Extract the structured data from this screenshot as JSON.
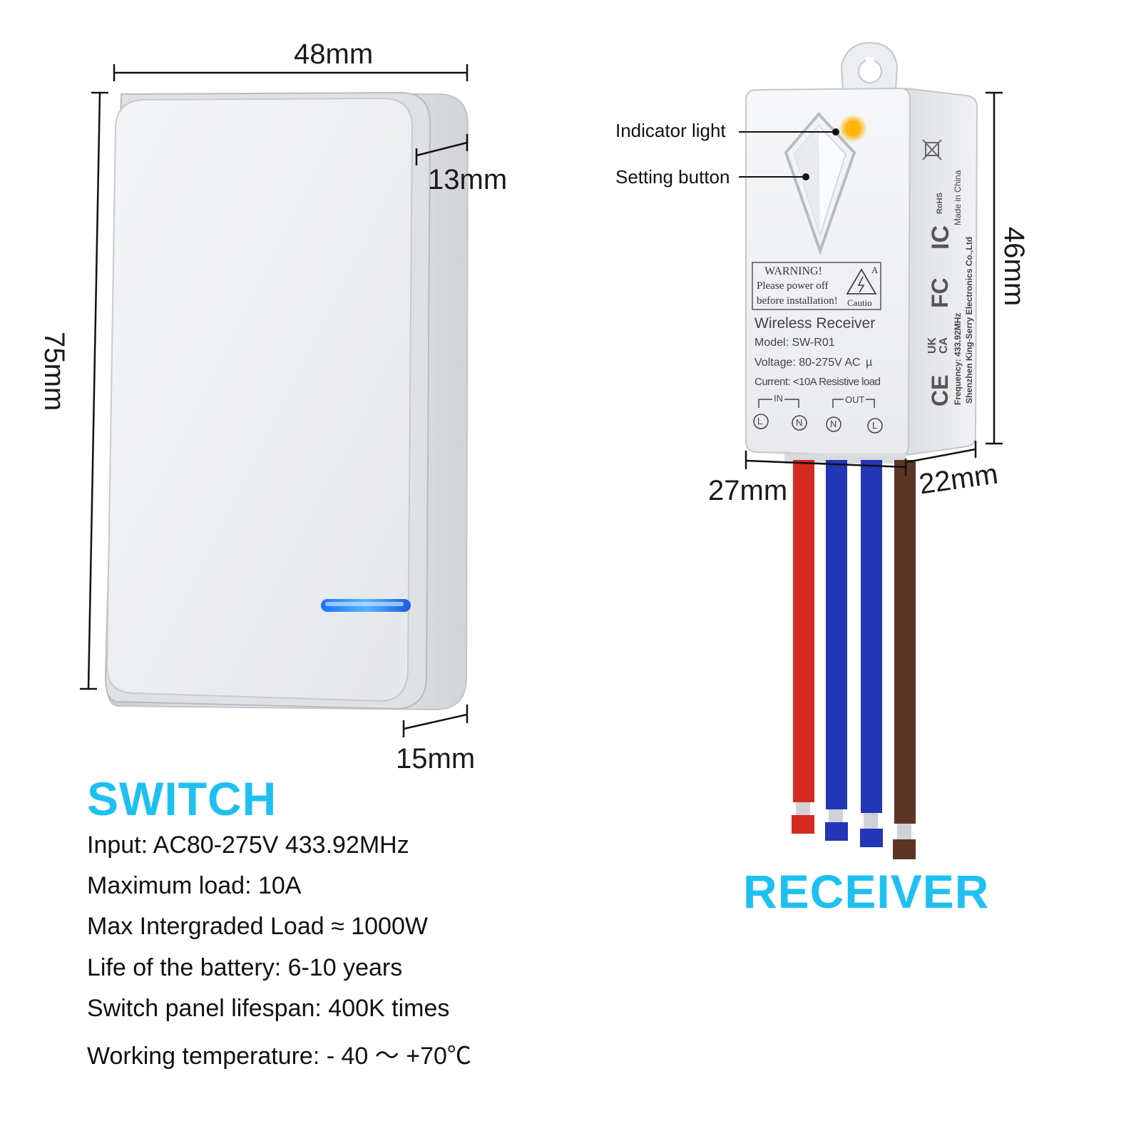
{
  "colors": {
    "accent": "#1ec0f2",
    "indicator_led": "#ffae00",
    "switch_led": "#2a8cff",
    "wire_red": "#d42a1f",
    "wire_blue": "#2336b5",
    "wire_brown": "#5c3525"
  },
  "switch": {
    "title": "SWITCH",
    "dims": {
      "width": "48mm",
      "height": "75mm",
      "depth_top": "13mm",
      "depth_bottom": "15mm"
    },
    "specs": [
      "Input: AC80-275V 433.92MHz",
      "Maximum load: 10A",
      "Max Intergraded Load ≈ 1000W",
      "Life of the battery: 6-10 years",
      "Switch panel lifespan: 400K times",
      "Working temperature: - 40 ～ +70℃"
    ]
  },
  "receiver": {
    "title": "RECEIVER",
    "dims": {
      "height": "46mm",
      "width": "27mm",
      "depth": "22mm"
    },
    "callouts": {
      "indicator": "Indicator light",
      "setting": "Setting button"
    },
    "label": {
      "warning_title": "WARNING!",
      "warning_line1": "Please power off",
      "warning_line2": "before installation!",
      "caution": "Cautio",
      "caution_mark": "A",
      "product": "Wireless Receiver",
      "model": "Model: SW-R01",
      "voltage": "Voltage: 80-275V AC",
      "voltage_mark": "µ",
      "current": "Current: <10A Resistive load",
      "in_label": "IN",
      "out_label": "OUT",
      "terminals": [
        "L",
        "N",
        "N",
        "L"
      ]
    },
    "side_text": {
      "frequency": "Frequency: 433.92MHz",
      "maker": "Shenzhen King-Serry Electronics Co.,Ltd",
      "made_in": "Made in China",
      "rohs": "RoHS",
      "fcc": "FC",
      "ic": "IC",
      "ukca_uk": "UK",
      "ukca_ca": "CA",
      "ce": "CE"
    }
  }
}
